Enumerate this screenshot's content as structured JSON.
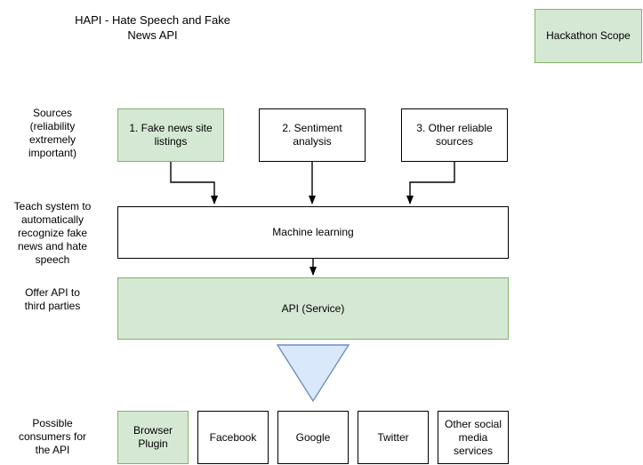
{
  "diagram": {
    "title": "HAPI - Hate Speech and Fake\nNews API",
    "scope_box": {
      "label": "Hackathon Scope",
      "fill": "#d5e8d4",
      "stroke": "#82b366"
    },
    "row_labels": [
      {
        "name": "sources",
        "text": "Sources\n(reliability\nextremely\nimportant)"
      },
      {
        "name": "teach",
        "text": "Teach system to\nautomatically\nrecognize fake\nnews and hate\nspeech"
      },
      {
        "name": "offer-api",
        "text": "Offer API to\nthird parties"
      },
      {
        "name": "consumers",
        "text": "Possible\nconsumers for\nthe API"
      }
    ],
    "sources": [
      {
        "label": "1. Fake news site\nlistings",
        "style": "green"
      },
      {
        "label": "2. Sentiment analysis",
        "style": "white"
      },
      {
        "label": "3. Other reliable\nsources",
        "style": "white"
      }
    ],
    "machine_learning": {
      "label": "Machine learning",
      "style": "white"
    },
    "api_service": {
      "label": "API (Service)",
      "style": "green"
    },
    "funnel": {
      "name": "funnel-triangle",
      "fill": "#dae8fc",
      "stroke": "#6c8ebf"
    },
    "consumers": [
      {
        "label": "Browser\nPlugin",
        "style": "green"
      },
      {
        "label": "Facebook",
        "style": "white"
      },
      {
        "label": "Google",
        "style": "white"
      },
      {
        "label": "Twitter",
        "style": "white"
      },
      {
        "label": "Other social\nmedia\nservices",
        "style": "white"
      }
    ],
    "colors": {
      "edge": "#000000",
      "green_fill": "#d5e8d4",
      "green_stroke": "#82b366",
      "blue_fill": "#dae8fc",
      "blue_stroke": "#6c8ebf"
    }
  }
}
